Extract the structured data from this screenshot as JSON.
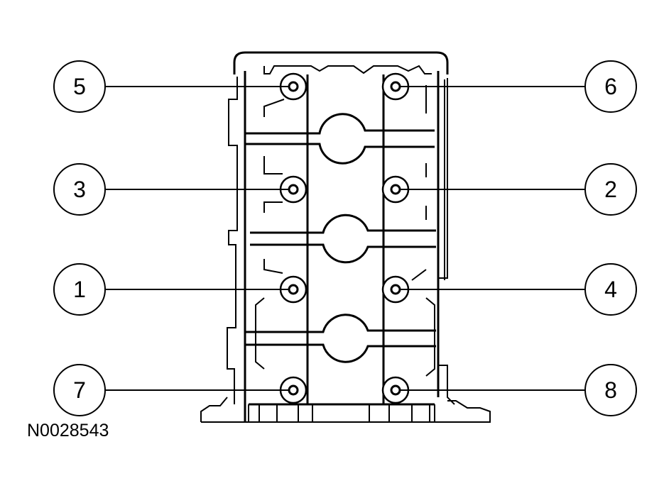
{
  "figure": {
    "id_label": "N0028543"
  },
  "callouts": {
    "c5": "5",
    "c6": "6",
    "c3": "3",
    "c2": "2",
    "c1": "1",
    "c4": "4",
    "c7": "7",
    "c8": "8"
  },
  "colors": {
    "line": "#000000",
    "background": "#ffffff"
  }
}
